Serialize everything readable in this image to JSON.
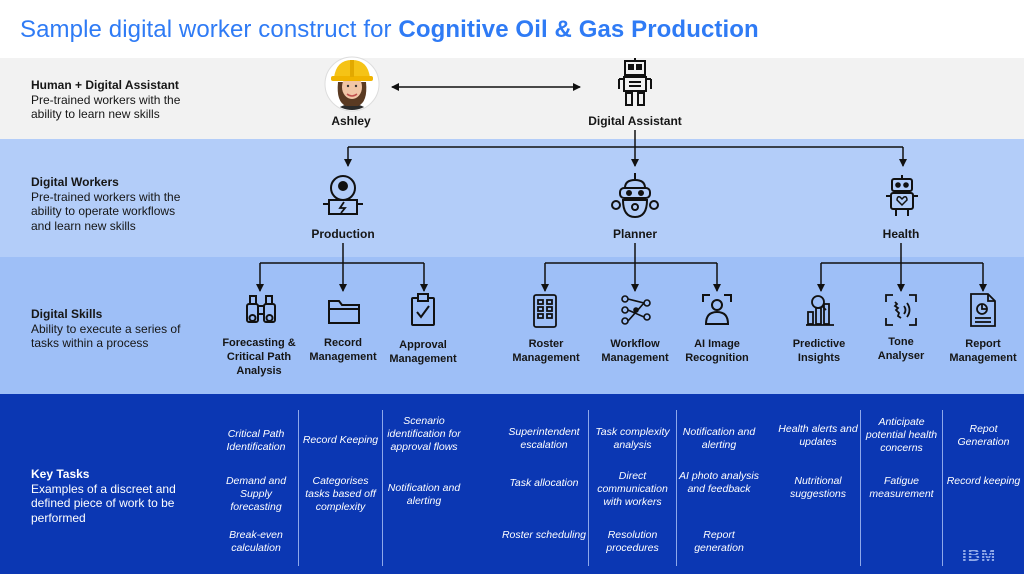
{
  "title": {
    "prefix": "Sample digital worker construct for ",
    "emphasis": "Cognitive Oil & Gas Production"
  },
  "rows": {
    "human": {
      "head": "Human + Digital Assistant",
      "desc": "Pre-trained workers with the ability to learn new skills"
    },
    "workers": {
      "head": "Digital Workers",
      "desc": "Pre-trained workers with the ability to operate workflows and learn new skills"
    },
    "skills": {
      "head": "Digital Skills",
      "desc": "Ability to execute a series of tasks within a process"
    },
    "tasks": {
      "head": "Key Tasks",
      "desc": "Examples of a discreet and defined piece of work to be performed"
    }
  },
  "human": {
    "name": "Ashley",
    "icon": "worker-avatar-hardhat"
  },
  "assistant": {
    "name": "Digital Assistant",
    "icon": "robot-icon"
  },
  "workers": [
    {
      "name": "Production",
      "icon": "production-robot-icon"
    },
    {
      "name": "Planner",
      "icon": "planner-robot-icon"
    },
    {
      "name": "Health",
      "icon": "health-robot-icon"
    }
  ],
  "skills": [
    {
      "label": "Forecasting & Critical Path Analysis",
      "icon": "binoculars-icon"
    },
    {
      "label": "Record Management",
      "icon": "folder-icon"
    },
    {
      "label": "Approval Management",
      "icon": "clipboard-check-icon"
    },
    {
      "label": "Roster Management",
      "icon": "calendar-grid-icon"
    },
    {
      "label": "Workflow Management",
      "icon": "workflow-icon"
    },
    {
      "label": "AI Image Recognition",
      "icon": "face-scan-icon"
    },
    {
      "label": "Predictive Insights",
      "icon": "chart-magnifier-icon"
    },
    {
      "label": "Tone Analyser",
      "icon": "voice-scan-icon"
    },
    {
      "label": "Report Management",
      "icon": "report-icon"
    }
  ],
  "tasks": [
    [
      "Critical Path Identification",
      "Demand and Supply forecasting",
      "Break-even calculation"
    ],
    [
      "Record Keeping",
      "Categorises tasks based off complexity"
    ],
    [
      "Scenario identification for approval flows",
      "Notification and alerting"
    ],
    [
      "Superintendent escalation",
      "Task allocation",
      "Roster scheduling"
    ],
    [
      "Task complexity analysis",
      "Direct communication with workers",
      "Resolution procedures"
    ],
    [
      "Notification and alerting",
      "AI photo analysis and feedback",
      "Report generation"
    ],
    [
      "Health alerts and updates",
      "Nutritional suggestions"
    ],
    [
      "Anticipate potential health concerns",
      "Fatigue measurement"
    ],
    [
      "Repot Generation",
      "Record keeping"
    ]
  ],
  "logo": "IBM",
  "colors": {
    "title_accent": "#2f7bf5",
    "band_human": "#f2f2f2",
    "band_workers": "#b3cdf9",
    "band_skills": "#9ebff7",
    "band_tasks": "#0b37b3"
  }
}
